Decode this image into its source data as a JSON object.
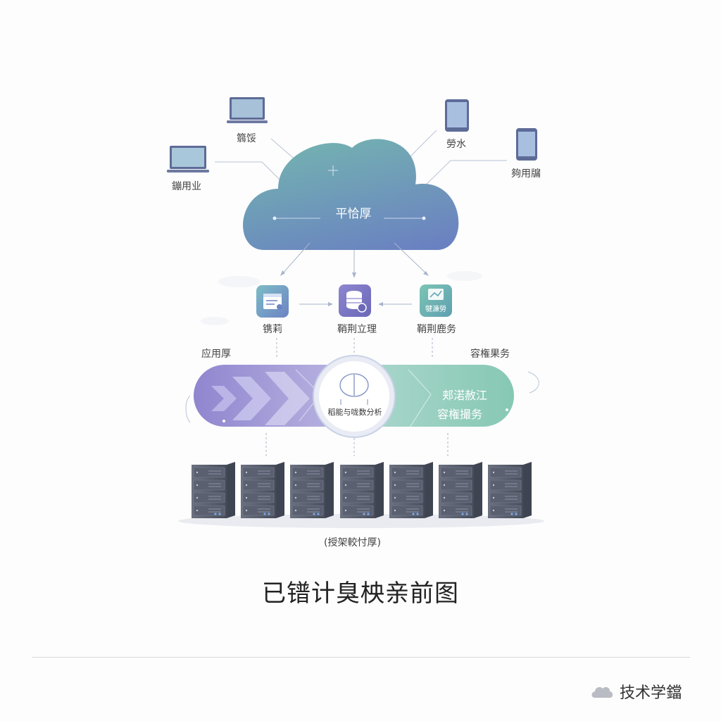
{
  "clients": {
    "laptop_left": "鏰用业",
    "laptop_top": "篛馁",
    "tablet": "勞水",
    "phone_right": "夠用牖"
  },
  "cloud": {
    "label": "平恰厚"
  },
  "services": {
    "left": {
      "label": "镌莉"
    },
    "center": {
      "label": "鞘荆立理"
    },
    "right": {
      "label": "鞘荆鹿务",
      "icon_text": "犍濂勞"
    }
  },
  "layers": {
    "app_label": "应用厚",
    "right_label": "容権果务",
    "center_label": "稻能与咙数分析",
    "band_right_line1": "郏渃赦江",
    "band_right_line2": "容権撮务",
    "server_label": "(授架較忖厚)"
  },
  "title": "已镨计臭柍亲前图",
  "brand": {
    "text": "技术学鐺",
    "icon": "cloud-icon"
  },
  "colors": {
    "cloud_top": "#6fb3b0",
    "cloud_bottom": "#6a7ec2",
    "band_left": "#8f86cf",
    "band_right": "#86c8b3",
    "server": "#5a6070"
  }
}
